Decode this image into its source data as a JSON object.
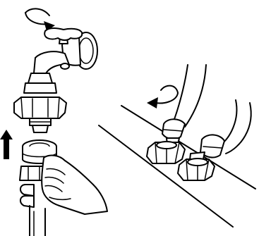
{
  "figure": {
    "type": "installation-illustration",
    "panels": [
      {
        "id": "tap-connection",
        "arrows": [
          "rotate-tighten-arrow",
          "upward-push-arrow"
        ]
      },
      {
        "id": "machine-inlet-connection",
        "arrows": [
          "rotate-tighten-arrow"
        ]
      }
    ],
    "colors": {
      "line": "#000000",
      "background": "#ffffff"
    }
  }
}
